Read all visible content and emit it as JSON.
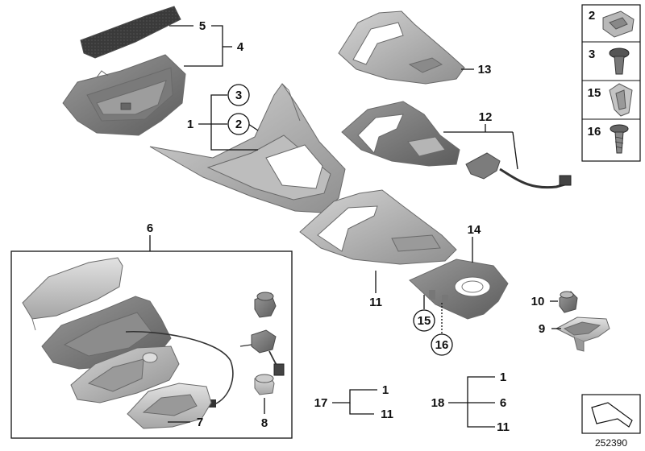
{
  "callouts": {
    "c1": "1",
    "c2": "2",
    "c3": "3",
    "c4": "4",
    "c5": "5",
    "c6": "6",
    "c7": "7",
    "c8": "8",
    "c9": "9",
    "c10": "10",
    "c11": "11",
    "c12": "12",
    "c13": "13",
    "c14": "14",
    "c15": "15",
    "c16": "16"
  },
  "legend_box": {
    "items": [
      {
        "label": "2",
        "icon": "clip-nut-icon"
      },
      {
        "label": "3",
        "icon": "expanding-rivet-icon"
      },
      {
        "label": "15",
        "icon": "spring-clip-icon"
      },
      {
        "label": "16",
        "icon": "screw-icon"
      }
    ]
  },
  "sets": {
    "set17": {
      "label": "17",
      "items": [
        "1",
        "11"
      ]
    },
    "set18": {
      "label": "18",
      "items": [
        "1",
        "6",
        "11"
      ]
    }
  },
  "diagram_id": "252390",
  "colors": {
    "part_gray": "#a9a9a9",
    "part_dark": "#6e6e6e",
    "line": "#111111"
  }
}
